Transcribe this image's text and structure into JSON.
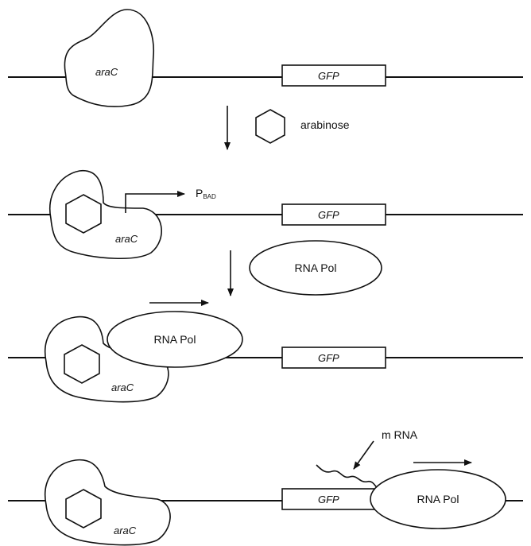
{
  "labels": {
    "araC": "araC",
    "gfp": "GFP",
    "arabinose": "arabinose",
    "promoter": "P",
    "promoter_sub": "BAD",
    "rna_pol": "RNA Pol",
    "mrna": "m RNA"
  }
}
